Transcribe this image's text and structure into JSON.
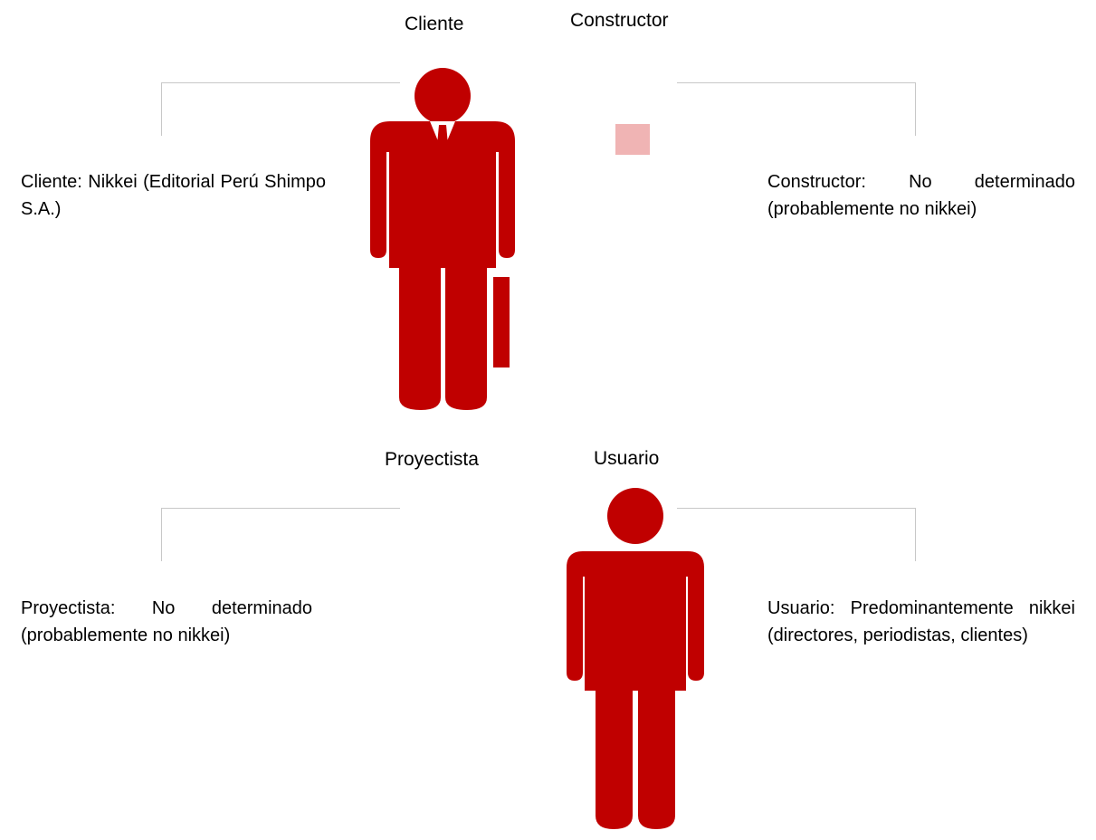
{
  "colors": {
    "figure": "#c00000",
    "accent_square": "#f0b4b4",
    "connector": "#c8c8c8"
  },
  "roles": {
    "cliente": {
      "title": "Cliente",
      "description": "Cliente: Nikkei (Editorial Perú Shimpo S.A.)"
    },
    "constructor": {
      "title": "Constructor",
      "description": "Constructor: No determinado (probablemente no nikkei)"
    },
    "proyectista": {
      "title": "Proyectista",
      "description": "Proyectista: No determinado (probablemente no nikkei)"
    },
    "usuario": {
      "title": "Usuario",
      "description": "Usuario: Predominantemente nikkei (directores, periodistas, clientes)"
    }
  },
  "icons": {
    "businessman": "businessman-icon",
    "person": "person-icon"
  }
}
